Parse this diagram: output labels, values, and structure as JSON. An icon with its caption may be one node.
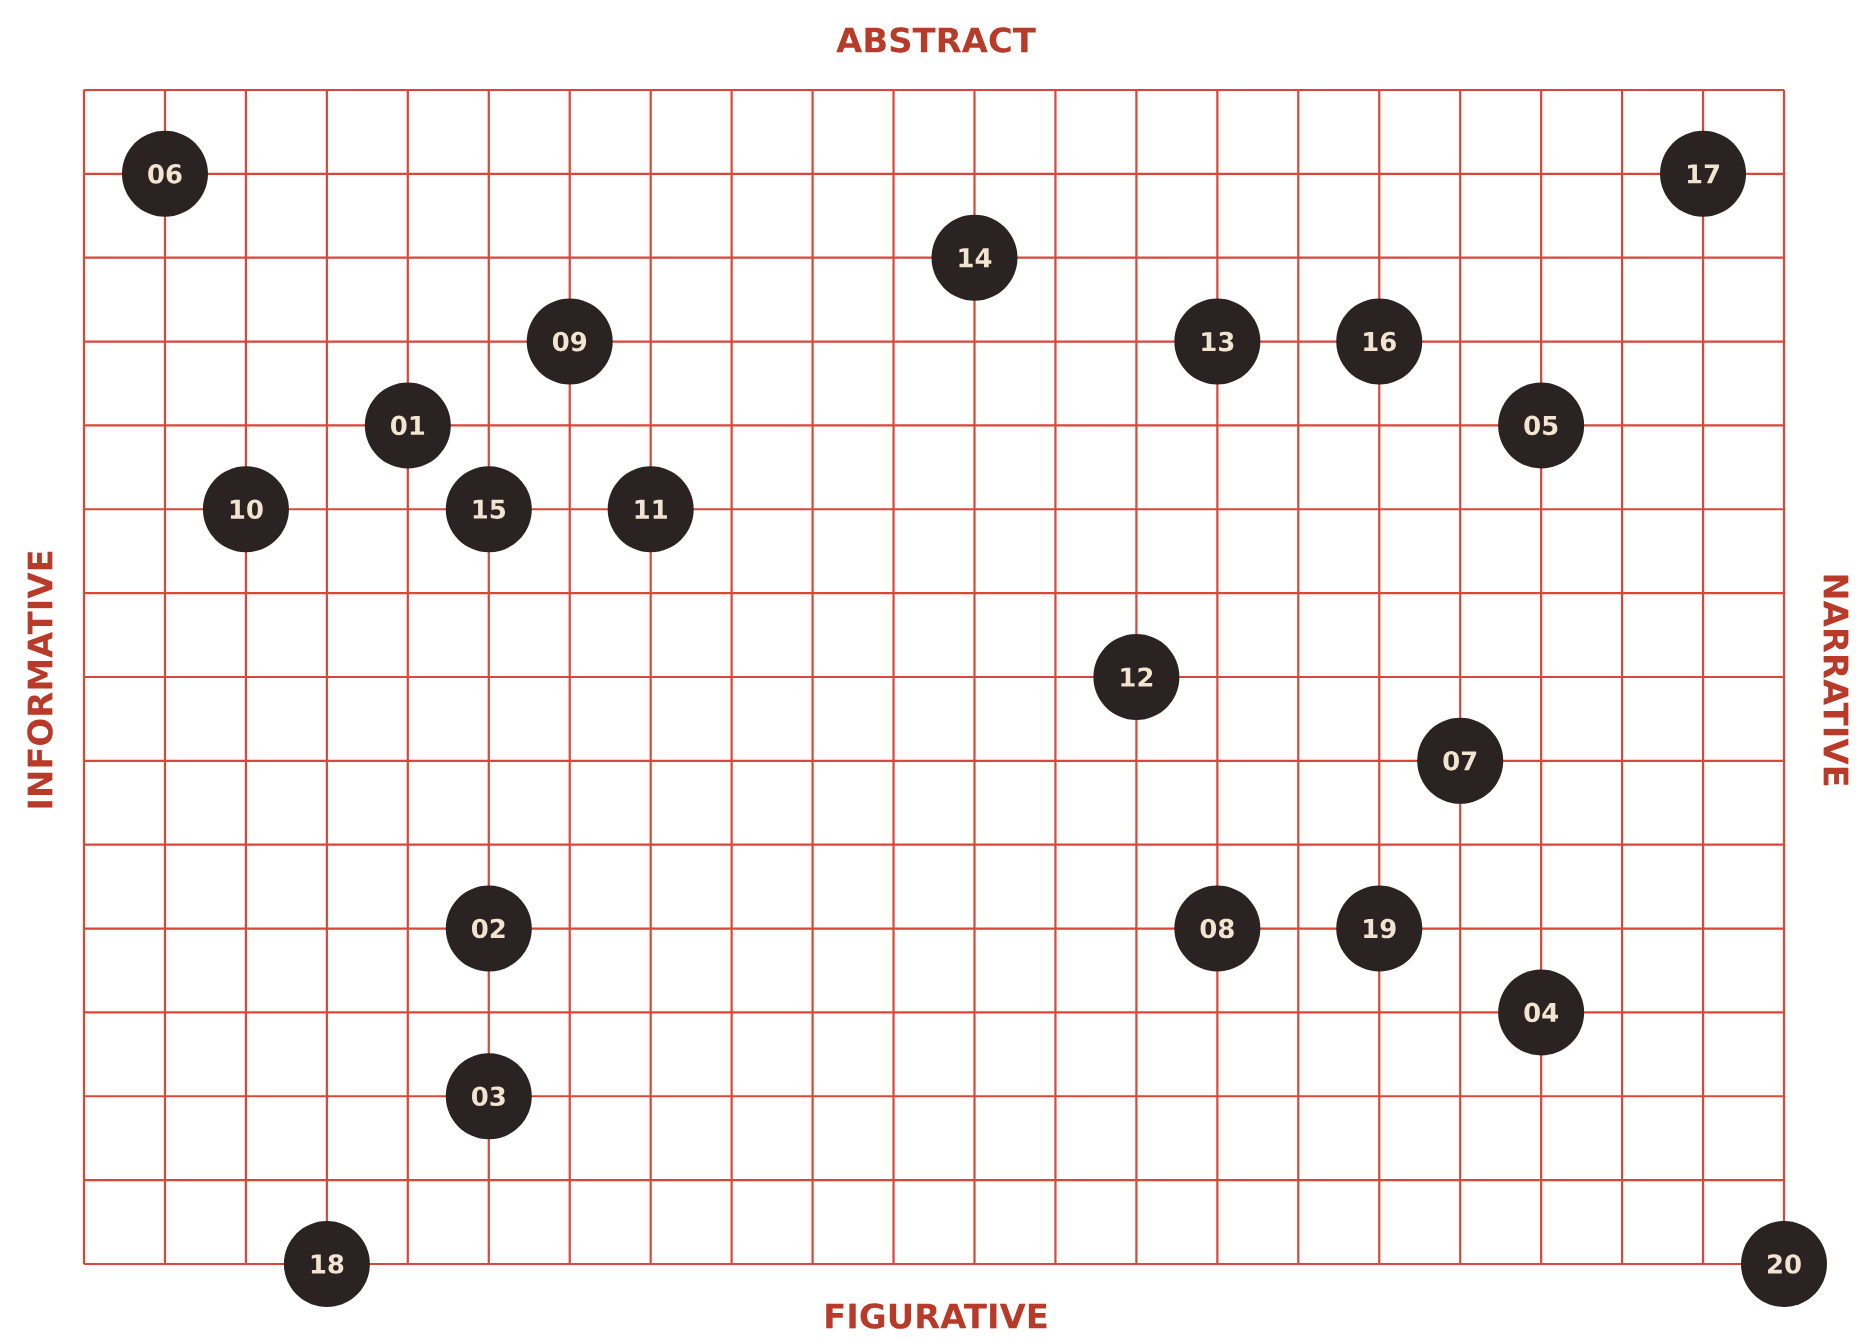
{
  "diagram": {
    "nodes": [
      {
        "text": [
          "06"
        ]
      },
      {
        "text": [
          "17"
        ]
      },
      {
        "text": [
          "14"
        ]
      },
      {
        "text": [
          "09"
        ]
      },
      {
        "text": [
          "13"
        ]
      },
      {
        "text": [
          "16"
        ]
      },
      {
        "text": [
          "01"
        ]
      },
      {
        "text": [
          "05"
        ]
      },
      {
        "text": [
          "10"
        ]
      },
      {
        "text": [
          "15"
        ]
      },
      {
        "text": [
          "11"
        ]
      },
      {
        "text": [
          "12"
        ]
      },
      {
        "text": [
          "07"
        ]
      },
      {
        "text": [
          "02"
        ]
      },
      {
        "text": [
          "08"
        ]
      },
      {
        "text": [
          "19"
        ]
      },
      {
        "text": [
          "04"
        ]
      },
      {
        "text": [
          "03"
        ]
      },
      {
        "text": [
          "18"
        ]
      },
      {
        "text": [
          "20"
        ]
      }
    ],
    "labels": [
      "ABSTRACT",
      "INFORMATIVE",
      "NARRATIVE",
      "FIGURATIVE"
    ]
  }
}
